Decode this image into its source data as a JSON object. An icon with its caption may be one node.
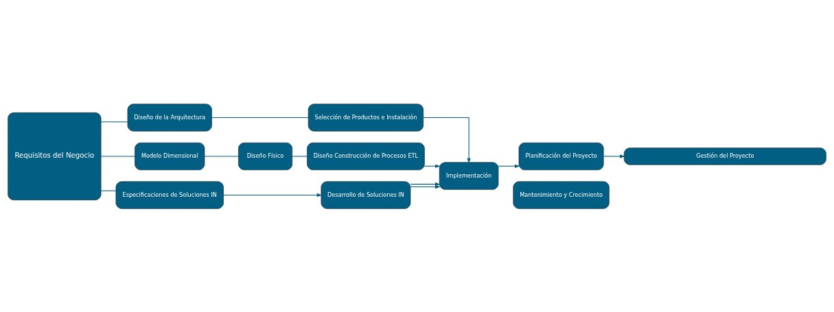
{
  "diagram": {
    "nodes": [
      {
        "text": [
          "Planificación del Proyecto"
        ]
      },
      {
        "text": [
          "Requisitos del Negocio"
        ]
      },
      {
        "text": [
          "Diseño de la Arquitectura"
        ]
      },
      {
        "text": [
          "Selección de Productos e Instalación"
        ]
      },
      {
        "text": [
          "Modelo Dimensional"
        ]
      },
      {
        "text": [
          "Diseño Físico"
        ]
      },
      {
        "text": [
          "Diseño Construcción de Procesos ETL"
        ]
      },
      {
        "text": [
          "Implementación"
        ]
      },
      {
        "text": [
          "Especificaciones de Soluciones IN"
        ]
      },
      {
        "text": [
          "Desarrollo de Soluciones IN"
        ]
      },
      {
        "text": [
          "Mantenimiento y Crecimiento"
        ]
      },
      {
        "text": [
          "Gestión del Proyecto"
        ]
      }
    ],
    "edges": [
      {
        "from": 7,
        "to": 0,
        "arrow": "to"
      },
      {
        "from": 1,
        "to": 2,
        "arrow": "none"
      },
      {
        "from": 2,
        "to": 3,
        "arrow": "none"
      },
      {
        "from": 3,
        "to": 7,
        "arrow": "to"
      },
      {
        "from": 1,
        "to": 4,
        "arrow": "none"
      },
      {
        "from": 4,
        "to": 5,
        "arrow": "none"
      },
      {
        "from": 5,
        "to": 6,
        "arrow": "none"
      },
      {
        "from": 6,
        "to": 7,
        "arrow": "to"
      },
      {
        "from": 1,
        "to": 8,
        "arrow": "none"
      },
      {
        "from": 8,
        "to": 9,
        "arrow": "to"
      },
      {
        "from": 9,
        "to": 7,
        "arrow": "to"
      },
      {
        "from": 9,
        "to": 7,
        "arrow": "to"
      },
      {
        "from": 0,
        "to": 11,
        "arrow": "to"
      }
    ]
  }
}
